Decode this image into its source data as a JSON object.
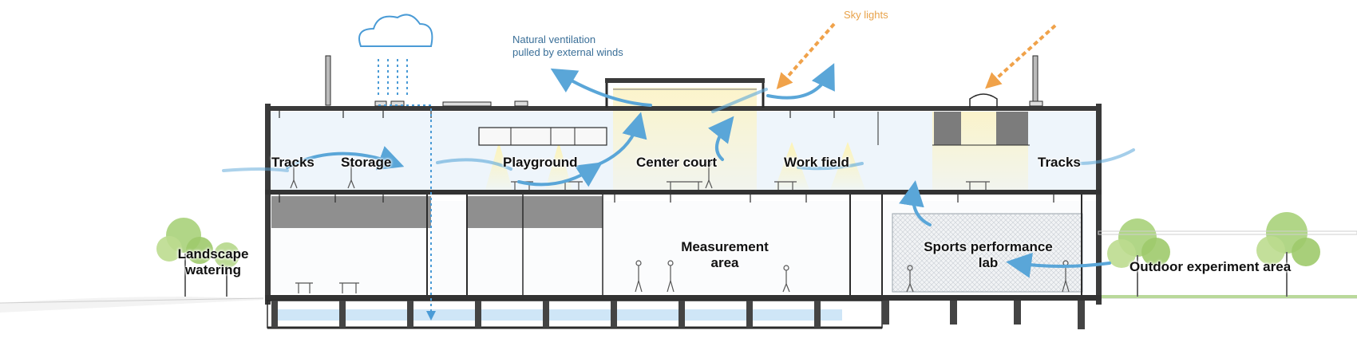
{
  "annotations": {
    "ventilation": [
      "Natural ventilation",
      "pulled by external winds"
    ],
    "skylights": "Sky lights"
  },
  "labels": {
    "tracks_left": "Tracks",
    "storage": "Storage",
    "playground": "Playground",
    "center_court": "Center court",
    "work_field": "Work field",
    "tracks_right": "Tracks",
    "landscape": [
      "Landscape",
      "watering"
    ],
    "measurement": [
      "Measurement",
      "area"
    ],
    "sports_lab": [
      "Sports performance",
      "lab"
    ],
    "outdoor": "Outdoor experiment area"
  },
  "colors": {
    "structure": "#2b2b2b",
    "air_flow": "#5aa6d8",
    "rain": "#4a9bd6",
    "sun": "#f0a24a",
    "light_glow": "#fbf3c8",
    "interior_tint": "#eef5fb",
    "water": "#cfe6f7",
    "slab_gray": "#8f8f8f",
    "grass": "#8cbf5a",
    "tree": "#a9d27a"
  },
  "icons": [
    "cloud-icon",
    "rain-icon",
    "sun-ray-icon",
    "airflow-arrow-icon",
    "tree-icon",
    "person-icon",
    "table-icon"
  ]
}
